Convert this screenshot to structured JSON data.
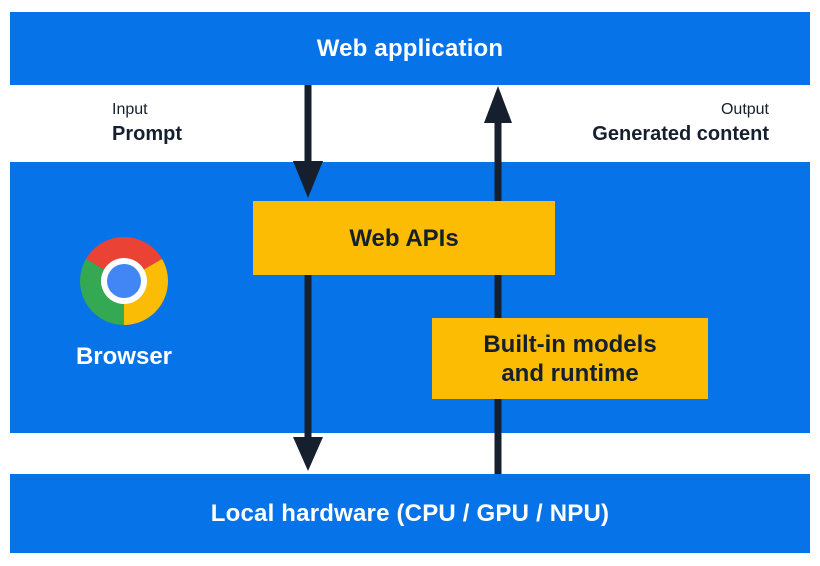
{
  "diagram": {
    "top_bar": {
      "label": "Web application"
    },
    "input": {
      "caption": "Input",
      "label": "Prompt"
    },
    "output": {
      "caption": "Output",
      "label": "Generated content"
    },
    "browser": {
      "label": "Browser",
      "icon": "chrome-icon"
    },
    "web_apis_box": {
      "label": "Web APIs"
    },
    "builtin_box": {
      "line1": "Built-in models",
      "line2": "and runtime"
    },
    "bottom_bar": {
      "label": "Local hardware (CPU / GPU / NPU)"
    },
    "arrows": {
      "down": "input-flow-arrow",
      "up": "output-flow-arrow"
    }
  },
  "colors": {
    "band_blue": "#0673e8",
    "box_yellow": "#fcbc04",
    "ink_navy": "#161f2e",
    "chrome_red": "#ea4335",
    "chrome_green": "#34a853",
    "chrome_yellow": "#fbbc05",
    "chrome_blue": "#4285f4"
  }
}
